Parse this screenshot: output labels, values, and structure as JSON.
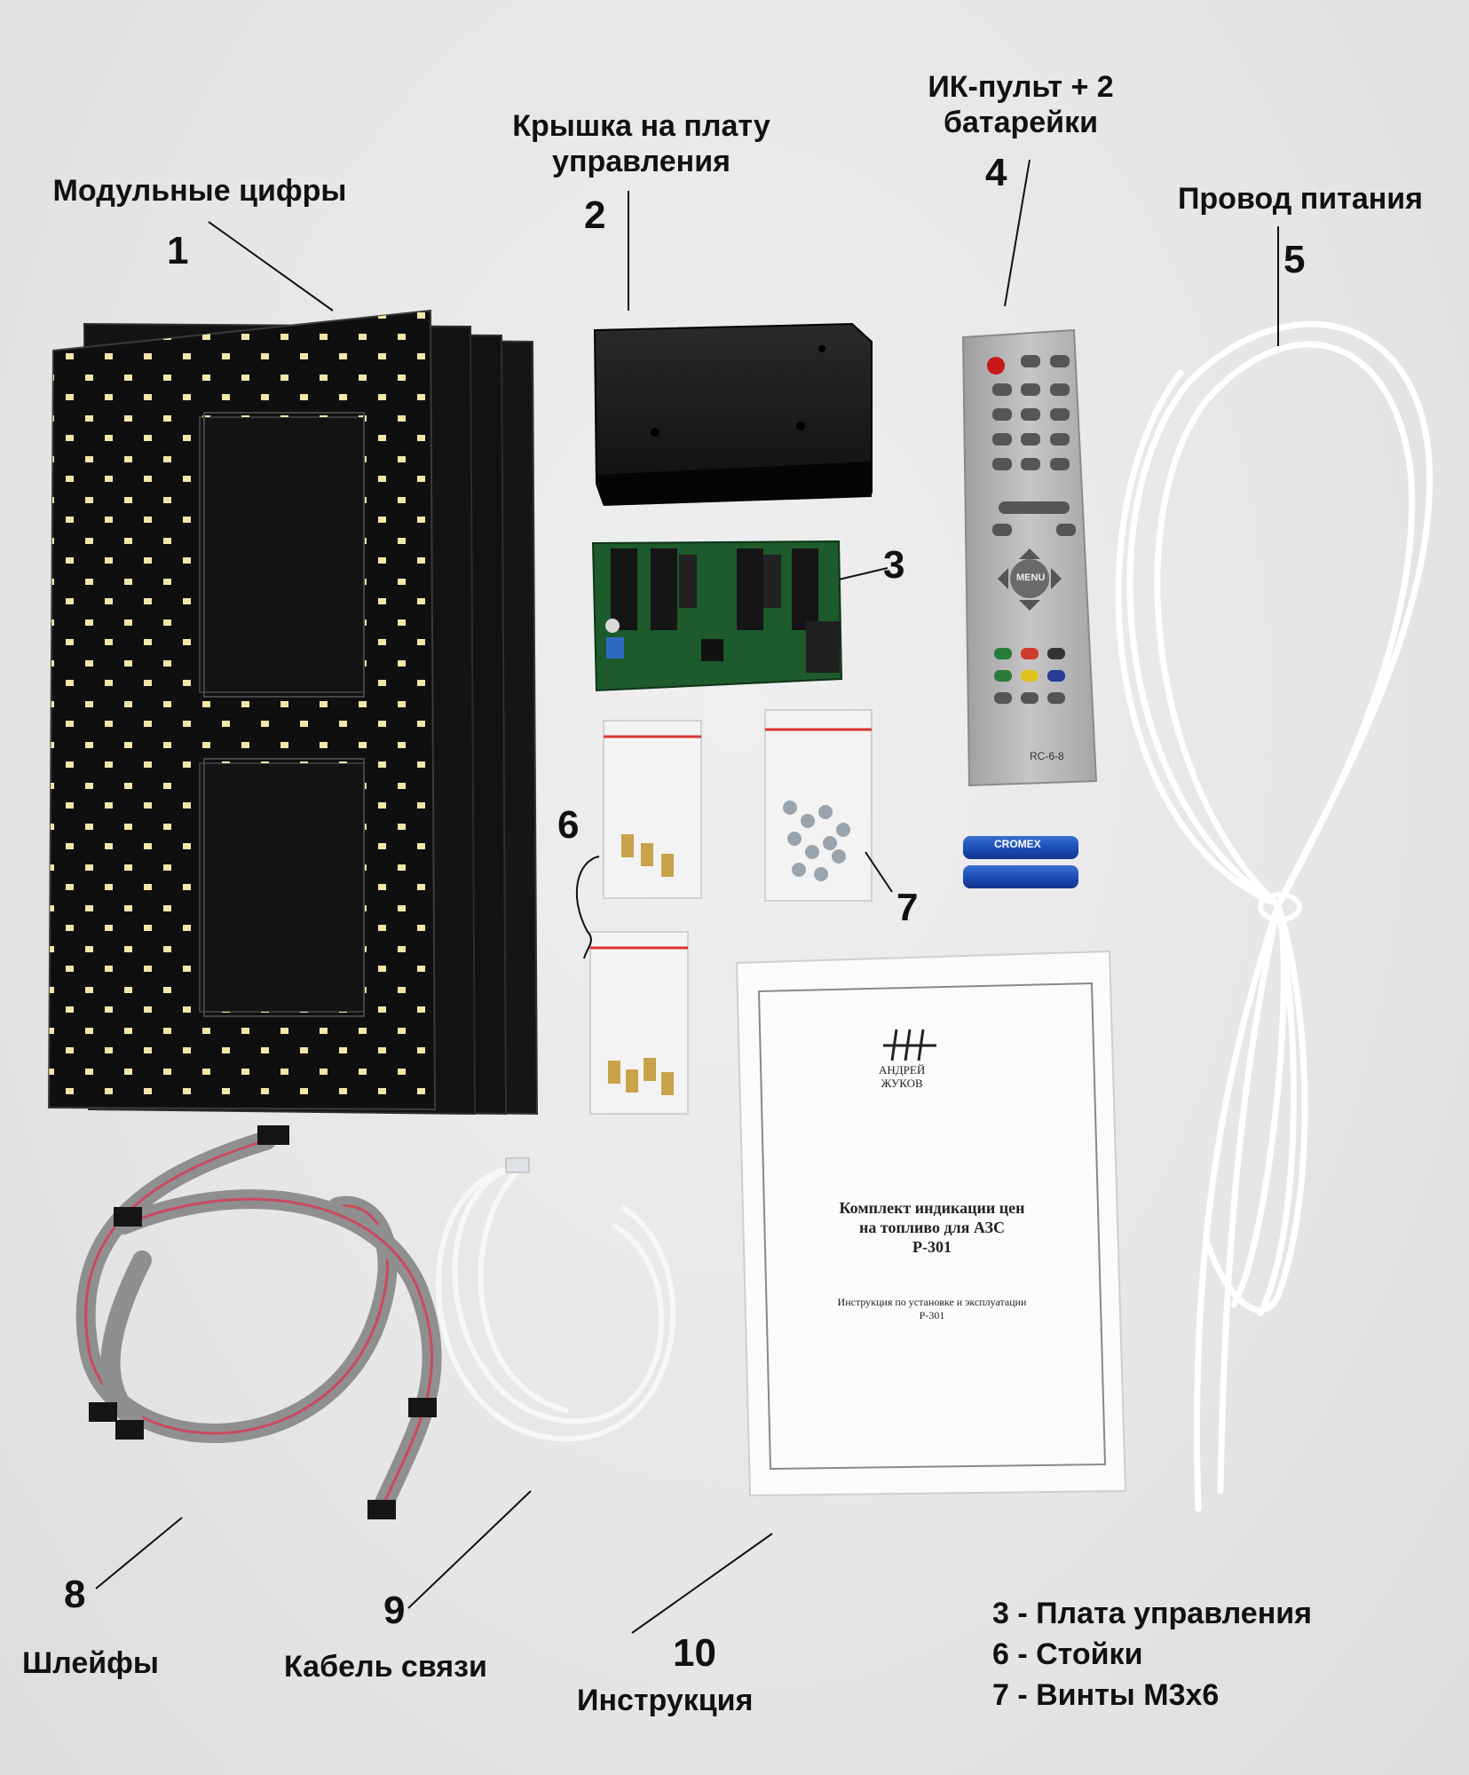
{
  "labels": {
    "item1": {
      "num": "1",
      "title": "Модульные цифры"
    },
    "item2": {
      "num": "2",
      "title_line1": "Крышка на плату",
      "title_line2": "управления"
    },
    "item3": {
      "num": "3"
    },
    "item4": {
      "num": "4",
      "title_line1": "ИК-пульт + 2",
      "title_line2": "батарейки"
    },
    "item5": {
      "num": "5",
      "title": "Провод питания"
    },
    "item6": {
      "num": "6"
    },
    "item7": {
      "num": "7"
    },
    "item8": {
      "num": "8",
      "title": "Шлейфы"
    },
    "item9": {
      "num": "9",
      "title": "Кабель связи"
    },
    "item10": {
      "num": "10",
      "title": "Инструкция"
    }
  },
  "legend": [
    "3 - Плата управления",
    "6 - Стойки",
    "7 - Винты М3х6"
  ],
  "manual": {
    "logo_line1": "АНДРЕЙ",
    "logo_line2": "ЖУКОВ",
    "title_line1": "Комплект индикации цен",
    "title_line2": "на топливо для АЗС",
    "title_line3": "P-301",
    "subtitle_line1": "Инструкция по установке и эксплуатации",
    "subtitle_line2": "P-301"
  },
  "remote": {
    "menu_label": "MENU",
    "model": "RC-6-8"
  },
  "battery": {
    "brand": "CROMEX"
  },
  "colors": {
    "pcb": "#101010",
    "led": "#f3e6a8",
    "board": "#1d5a2c",
    "remote": "#b7b7b7",
    "cable_white": "#ffffff",
    "ribbon": "#8f8f8f",
    "brass": "#c9a24a"
  }
}
